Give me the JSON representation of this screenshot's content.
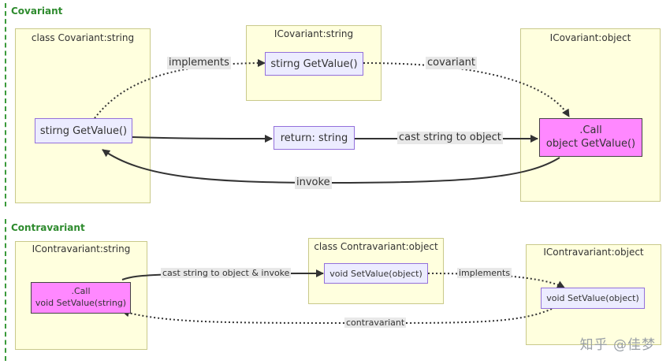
{
  "sections": {
    "covariant": {
      "title": "Covariant"
    },
    "contravariant": {
      "title": "Contravariant"
    }
  },
  "clusters": {
    "cov_class": "class Covariant:string",
    "cov_iface_string": "ICovariant:string",
    "cov_iface_object": "ICovariant:object",
    "contra_iface_string": "IContravariant:string",
    "contra_class": "class Contravariant:object",
    "contra_iface_object": "IContravariant:object"
  },
  "nodes": {
    "cov_class_getvalue": "stirng GetValue()",
    "cov_iface_getvalue": "stirng GetValue()",
    "cov_return": "return: string",
    "cov_call_line1": ".Call",
    "cov_call_line2": "object GetValue()",
    "contra_call_line1": ".Call",
    "contra_call_line2": "void SetValue(string)",
    "contra_class_setvalue": "void SetValue(object)",
    "contra_iface_setvalue": "void SetValue(object)"
  },
  "edges": {
    "implements": "implements",
    "covariant": "covariant",
    "cast": "cast string to object",
    "invoke": "invoke",
    "cast_invoke": "cast string to object & invoke",
    "implements2": "implements",
    "contravariant": "contravariant"
  },
  "watermark": "知乎 @佳梦"
}
